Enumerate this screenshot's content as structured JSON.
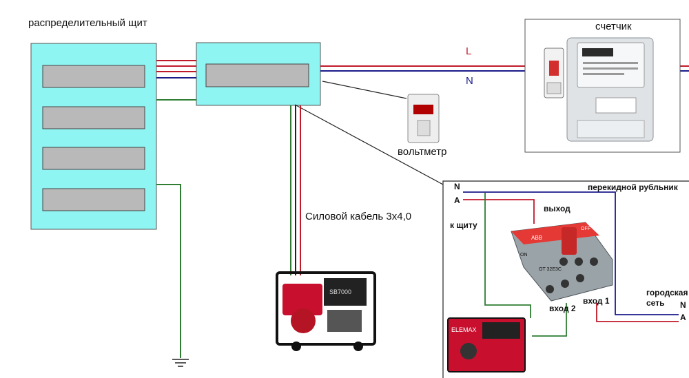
{
  "labels": {
    "distribution_board": "распределительный щит",
    "meter": "счетчик",
    "phase": "L",
    "neutral": "N",
    "voltmeter": "вольтметр",
    "power_cable": "Силовой кабель 3х4,0",
    "changeover_switch": "перекидной рубльник",
    "inset_n": "N",
    "inset_a": "A",
    "output": "выход",
    "to_board": "к щиту",
    "city_grid": "городская\nсеть",
    "city_n": "N",
    "city_a": "A",
    "input_1": "вход 1",
    "input_2": "вход 2",
    "switch_on": "ON",
    "switch_off": "OFF",
    "switch_brand": "ABB",
    "switch_model": "OT 32E3C",
    "generator_brand": "ELEMAX",
    "generator_model": "SB7000"
  },
  "colors": {
    "panel_fill": "#8ff5f2",
    "breaker_fill": "#b9b9b9",
    "phase_wire": "#c0192a",
    "neutral_wire": "#1a1a8a",
    "ground_wire": "#2e7d32",
    "black_wire": "#222222",
    "generator_red": "#c8102e"
  }
}
